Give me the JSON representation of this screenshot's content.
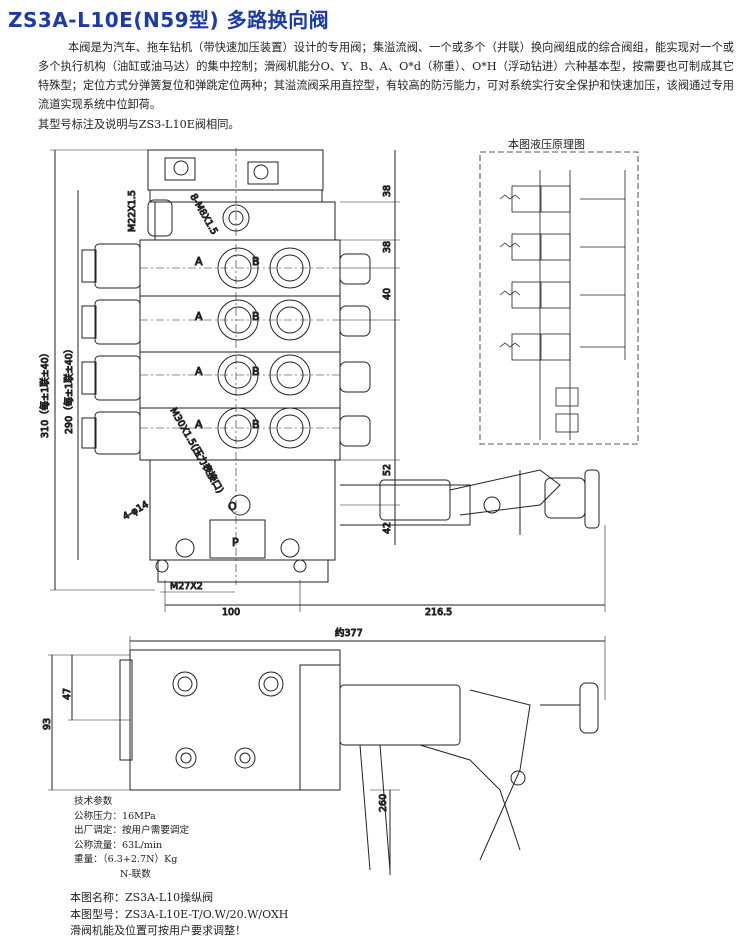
{
  "title": "ZS3A-L10E(N59型) 多路换向阀",
  "intro_paragraph": "本阀是为汽车、拖车钻机（带快速加压装置）设计的专用阀；集溢流阀、一个或多个（并联）换向阀组成的综合阀组，能实现对一个或多个执行机构（油缸或油马达）的集中控制；滑阀机能分O、Y、B、A、O*d（称重）、O*H（浮动钻进）六种基本型，按需要也可制成其它特殊型；定位方式分弹簧复位和弹跳定位两种；其溢流阀采用直控型，有较高的防污能力，可对系统实行安全保护和快速加压，该阀通过专用流道实现系统中位卸荷。",
  "intro_second_line": "其型号标注及说明与ZS3-L10E阀相同。",
  "schematic_title": "本图液压原理图",
  "drawing_labels": {
    "port_a": "A",
    "port_b": "B",
    "port_p": "P",
    "port_o": "O",
    "thread_m22": "M22X1.5",
    "thread_m27": "M27X2",
    "thread_8m": "8-M8X1.5",
    "thread_m30": "M30X1.5(压力表接口)",
    "holes": "4-φ14",
    "overall_length": "约377"
  },
  "dimensions": {
    "d38a": "38",
    "d38b": "38",
    "d40": "40",
    "d52": "52",
    "d42": "42",
    "d100": "100",
    "d2165": "216.5",
    "d310": "310（每±1联±40）",
    "d290": "290（每±1联±40）",
    "d47": "47",
    "d93": "93",
    "d260": "260"
  },
  "tech_params": {
    "heading": "技术参数",
    "pressure": "公称压力：16MPa",
    "factory": "出厂调定：按用户需要调定",
    "flow": "公称流量：63L/min",
    "weight": "重量：（6.3+2.7N）Kg",
    "weight_note": "N-联数"
  },
  "footer": {
    "name": "本图名称：ZS3A-L10操纵阀",
    "model": "本图型号：ZS3A-L10E-T/O.W/20.W/OXH",
    "note": "滑阀机能及位置可按用户要求调整！"
  }
}
